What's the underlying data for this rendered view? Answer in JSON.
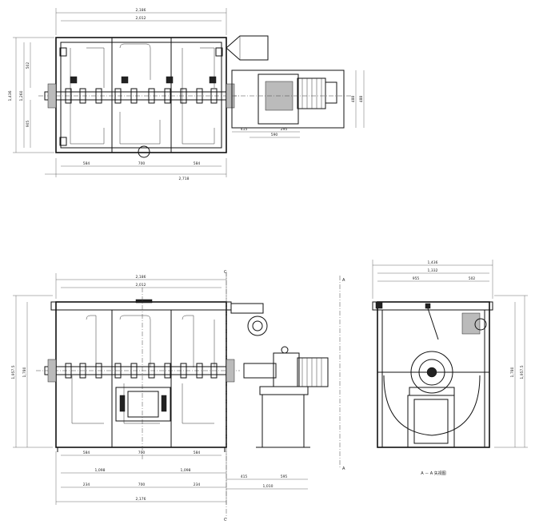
{
  "drawing": {
    "top_view": {
      "dims_top": [
        "2,186",
        "2,012"
      ],
      "dims_left": [
        "1,436",
        "1,260",
        "502",
        "905"
      ],
      "dims_right": [
        "488",
        "488"
      ],
      "dims_bottom_row1": [
        "584",
        "700",
        "584"
      ],
      "dims_bottom_row2": [
        "2,718"
      ],
      "dims_motor": [
        "415",
        "295",
        "590"
      ]
    },
    "front_view": {
      "dims_top": [
        "2,186",
        "2,012"
      ],
      "dims_left": [
        "1,957.5",
        "1,780"
      ],
      "dims_bottom_row1": [
        "584",
        "700",
        "584"
      ],
      "dims_bottom_row2": [
        "1,098",
        "1,098"
      ],
      "dims_bottom_row3": [
        "234",
        "700",
        "234"
      ],
      "dims_bottom_row4": [
        "2,176"
      ],
      "dims_motor": [
        "415",
        "595",
        "1,010"
      ],
      "section_marks": [
        "A",
        "A",
        "C",
        "C"
      ]
    },
    "side_view": {
      "dims_top": [
        "1,436",
        "1,332"
      ],
      "dims_sub": [
        "955",
        "502"
      ],
      "dims_right": [
        "1,957.5",
        "1,780"
      ],
      "caption": "A － A  矢视图"
    }
  }
}
